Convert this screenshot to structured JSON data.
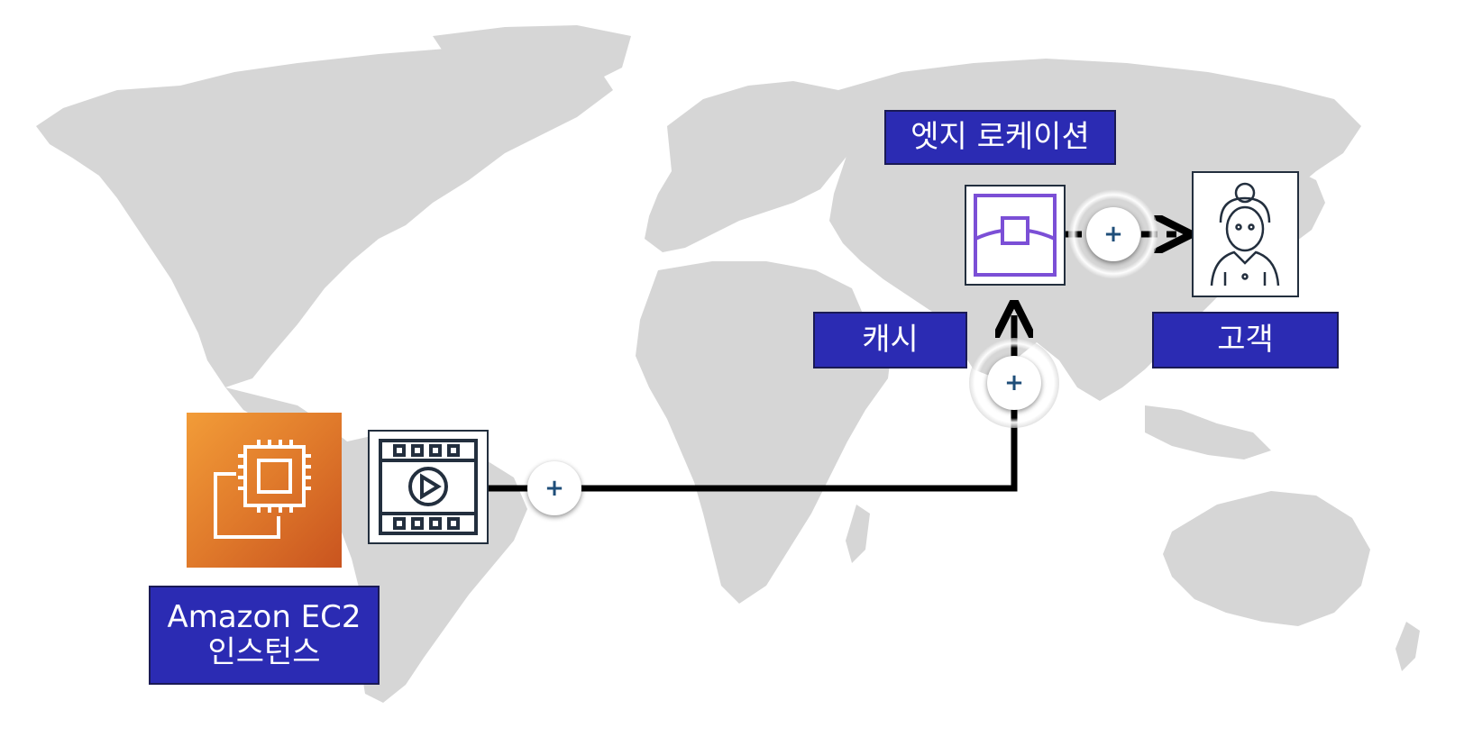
{
  "labels": {
    "edge_location": "엣지 로케이션",
    "cache": "캐시",
    "customer": "고객",
    "ec2_line1": "Amazon EC2",
    "ec2_line2": "인스턴스"
  },
  "icons": {
    "ec2": "ec2-instance-icon",
    "video": "video-file-icon",
    "edge": "edge-location-cache-icon",
    "customer": "customer-person-icon",
    "plus": "plus-icon"
  },
  "plus_symbol": "+",
  "colors": {
    "label_bg": "#2b2bb3",
    "map": "#d6d6d6",
    "ec2_orange": "#e07a2b",
    "edge_purple": "#7b4fd6",
    "connector": "#000000",
    "plus_color": "#1f4e79"
  }
}
